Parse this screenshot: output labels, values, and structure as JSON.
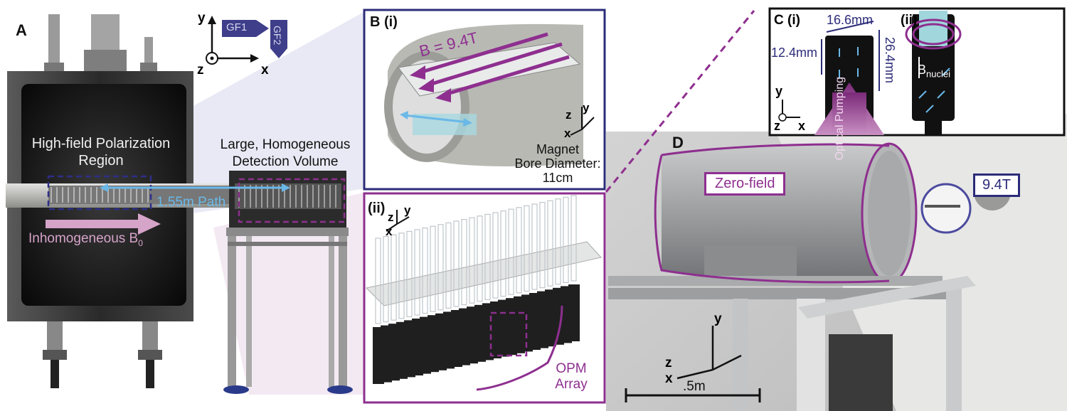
{
  "panelA": {
    "letter": "A",
    "polarization_region": "High-field Polarization\nRegion",
    "polarization_line1": "High-field Polarization",
    "polarization_line2": "Region",
    "detection_line1": "Large, Homogeneous",
    "detection_line2": "Detection Volume",
    "path_label": "1.55m Path",
    "inhomogeneous_label": "Inhomogeneous B",
    "inhomogeneous_sub": "0",
    "axes": {
      "y": "y",
      "x": "x",
      "z": "z"
    },
    "gradient_labels": [
      "GF1",
      "GF2"
    ]
  },
  "panelB": {
    "label_i": "B (i)",
    "field_label": "B = 9.4T",
    "magnet_line1": "Magnet",
    "magnet_line2": "Bore Diameter:",
    "magnet_line3": "11cm",
    "axes": {
      "y": "y",
      "z": "z",
      "x": "x"
    },
    "label_ii": "(ii)",
    "opm_line1": "OPM",
    "opm_line2": "Array"
  },
  "panelC": {
    "label_i": "C (i)",
    "label_ii": "(ii)",
    "dim_width": "16.6mm",
    "dim_left": "12.4mm",
    "dim_height": "26.4mm",
    "optical_pumping": "Optical\nPumping",
    "optical_line1": "Optical",
    "optical_line2": "Pumping",
    "bnuclei": "B",
    "bnuclei_sub": "nuclei",
    "axes": {
      "y": "y",
      "z": "z",
      "x": "x"
    }
  },
  "panelD": {
    "letter": "D",
    "zero_field": "Zero-field",
    "field_94": "9.4T",
    "scale": ".5m",
    "axes": {
      "y": "y",
      "z": "z",
      "x": "x"
    }
  },
  "colors": {
    "purple": "#8e2f8f",
    "navy": "#2c2c7a",
    "lightblue": "#6ab8e8",
    "pink": "#d6a3c9"
  }
}
